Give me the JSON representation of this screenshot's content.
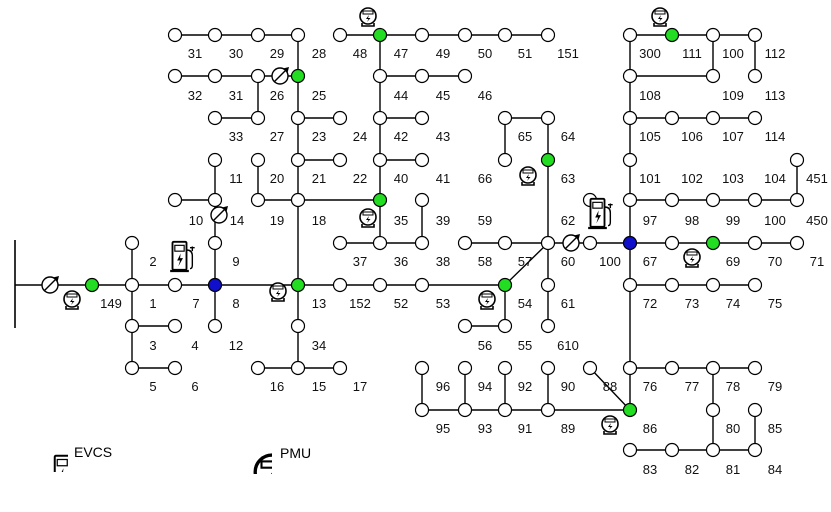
{
  "legend": [
    {
      "label": "EVCS",
      "icon": "evcs-icon"
    },
    {
      "label": "PMU",
      "icon": "pmu-icon"
    }
  ],
  "colors": {
    "normal_node": "#ffffff",
    "pmu_node": "#22dd22",
    "evcs_node": "#1010cc",
    "line": "#000000"
  },
  "buses": {
    "b31a": "31",
    "b30": "30",
    "b29": "29",
    "b28": "28",
    "b32": "32",
    "b31b": "31",
    "b26": "26",
    "b25": "25",
    "b33": "33",
    "b27": "27",
    "b23": "23",
    "b24": "24",
    "b11": "11",
    "b20": "20",
    "b21": "21",
    "b22": "22",
    "b10": "10",
    "b14": "14",
    "b19": "19",
    "b18": "18",
    "b2": "2",
    "b9": "9",
    "b149": "149",
    "b1": "1",
    "b7": "7",
    "b8": "8",
    "b13": "13",
    "b152": "152",
    "b52": "52",
    "b53": "53",
    "b54": "54",
    "b3": "3",
    "b4": "4",
    "b12": "12",
    "b34": "34",
    "b5": "5",
    "b6": "6",
    "b16": "16",
    "b15": "15",
    "b17": "17",
    "b48": "48",
    "b47": "47",
    "b49": "49",
    "b50": "50",
    "b51": "51",
    "b151": "151",
    "b44": "44",
    "b45": "45",
    "b46": "46",
    "b42": "42",
    "b43": "43",
    "b40": "40",
    "b41": "41",
    "b35": "35",
    "b39": "39",
    "b37": "37",
    "b36": "36",
    "b38": "38",
    "b65": "65",
    "b64": "64",
    "b66": "66",
    "b63": "63",
    "b59": "59",
    "b62": "62",
    "b58": "58",
    "b57": "57",
    "b60": "60",
    "b56": "56",
    "b55": "55",
    "b61": "61",
    "b610": "610",
    "b300": "300",
    "b111": "111",
    "b100a": "100",
    "b112": "112",
    "b108": "108",
    "b109": "109",
    "b113": "113",
    "b105": "105",
    "b106": "106",
    "b107": "107",
    "b114": "114",
    "b101": "101",
    "b102": "102",
    "b103": "103",
    "b104": "104",
    "b451": "451",
    "b97": "97",
    "b98": "98",
    "b99": "99",
    "b100b": "100",
    "b450": "450",
    "b100c": "100",
    "b67": "67",
    "b69": "69",
    "b70": "70",
    "b71": "71",
    "b72": "72",
    "b73": "73",
    "b74": "74",
    "b75": "75",
    "b96": "96",
    "b94": "94",
    "b92": "92",
    "b90": "90",
    "b88": "88",
    "b76": "76",
    "b77": "77",
    "b78": "78",
    "b79": "79",
    "b95": "95",
    "b93": "93",
    "b91": "91",
    "b89": "89",
    "b86": "86",
    "b80": "80",
    "b85": "85",
    "b83": "83",
    "b82": "82",
    "b81": "81",
    "b84": "84"
  }
}
